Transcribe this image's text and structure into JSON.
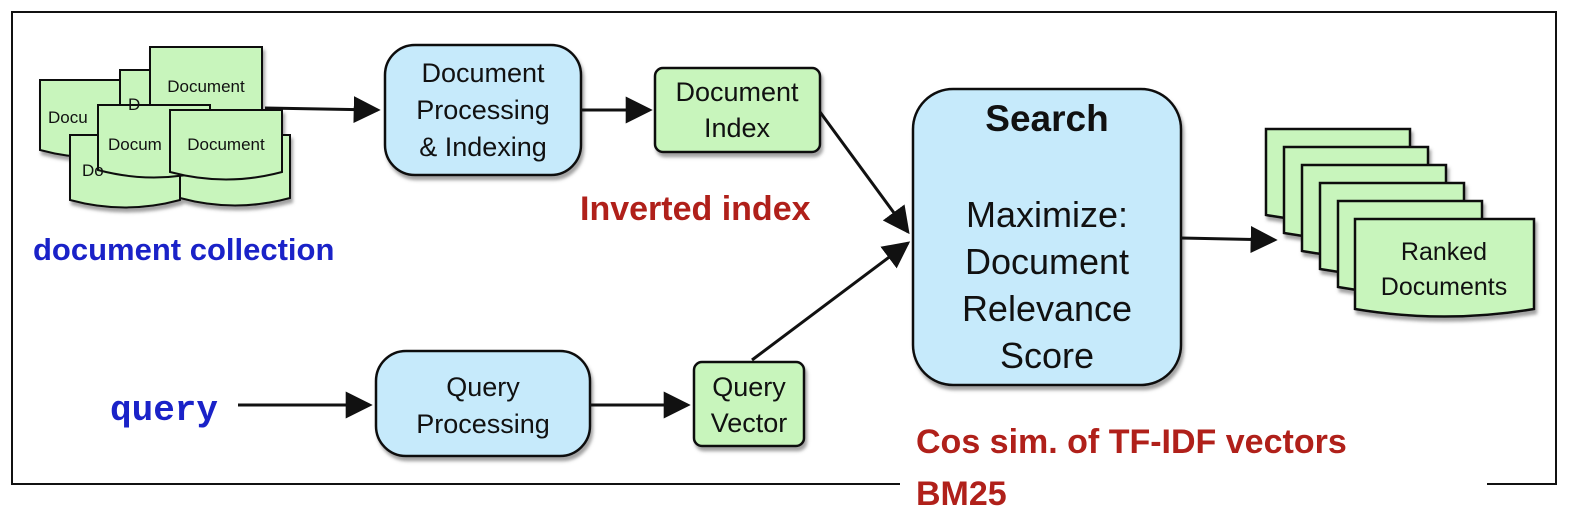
{
  "collection": {
    "doc_label": "Document",
    "doc_fragments": [
      "Docu",
      "D",
      "Docum",
      "Do"
    ],
    "caption": "document collection"
  },
  "processing": {
    "line1": "Document",
    "line2": "Processing",
    "line3": "& Indexing"
  },
  "index": {
    "line1": "Document",
    "line2": "Index"
  },
  "inverted_note": "Inverted index",
  "search": {
    "title": "Search",
    "line1": "Maximize:",
    "line2": "Document",
    "line3": "Relevance",
    "line4": "Score"
  },
  "ranked": {
    "line1": "Ranked",
    "line2": "Documents"
  },
  "query": {
    "word": "query",
    "proc_line1": "Query",
    "proc_line2": "Processing",
    "vec_line1": "Query",
    "vec_line2": "Vector"
  },
  "methods": {
    "line1": "Cos sim. of TF-IDF vectors",
    "line2": "BM25"
  },
  "colors": {
    "green": "#c8f5bc",
    "blue": "#c6eafb",
    "red": "#b0201a",
    "caption_blue": "#1a22c8"
  }
}
